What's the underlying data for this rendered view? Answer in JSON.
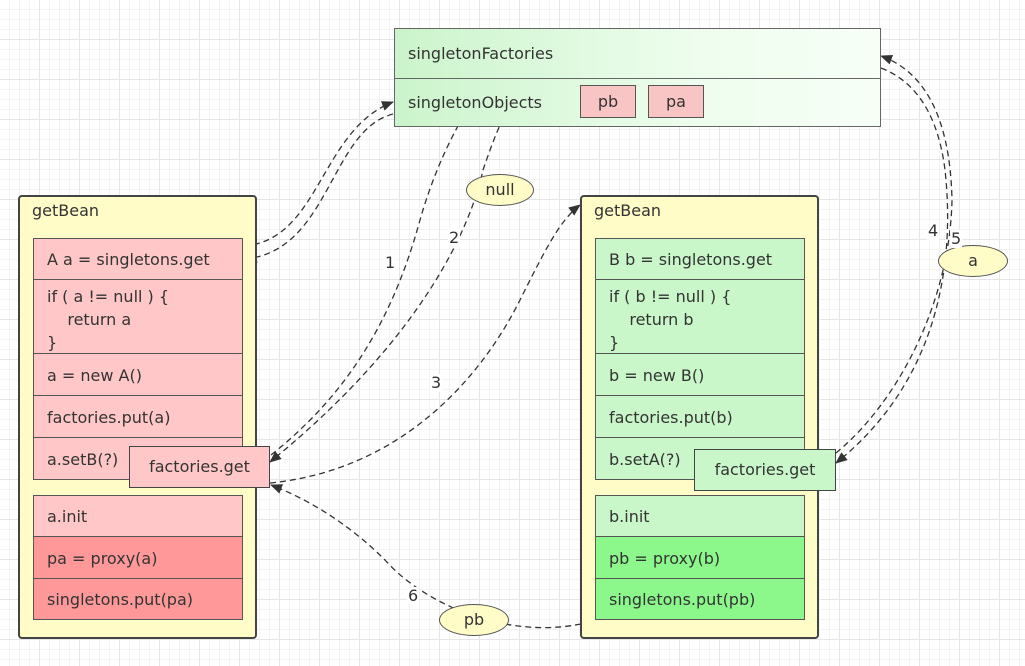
{
  "store": {
    "factories_label": "singletonFactories",
    "objects_label": "singletonObjects",
    "chips": [
      "pb",
      "pa"
    ]
  },
  "bean_a": {
    "title": "getBean",
    "get_line": "A a = singletons.get",
    "check_lines": [
      "if ( a != null ) {",
      "    return a",
      "}"
    ],
    "new_line": "a = new A()",
    "put_factory": "factories.put(a)",
    "set_line": "a.setB(?)",
    "factories_get": "factories.get",
    "init_line": "a.init",
    "proxy_line": "pa = proxy(a)",
    "put_singleton": "singletons.put(pa)"
  },
  "bean_b": {
    "title": "getBean",
    "get_line": "B b = singletons.get",
    "check_lines": [
      "if ( b != null ) {",
      "    return b",
      "}"
    ],
    "new_line": "b = new B()",
    "put_factory": "factories.put(b)",
    "set_line": "b.setA(?)",
    "factories_get": "factories.get",
    "init_line": "b.init",
    "proxy_line": "pb = proxy(b)",
    "put_singleton": "singletons.put(pb)"
  },
  "ovals": {
    "null_label": "null",
    "a_label": "a",
    "pb_label": "pb"
  },
  "steps": [
    "1",
    "2",
    "3",
    "4",
    "5",
    "6"
  ],
  "colors": {
    "frame_fill": "#fffcc8",
    "a_box": "#ffc7c7",
    "a_box_strong": "#ff9999",
    "b_box": "#caf7ca",
    "b_box_strong": "#8cf88c",
    "chip": "#f8c4c4"
  }
}
